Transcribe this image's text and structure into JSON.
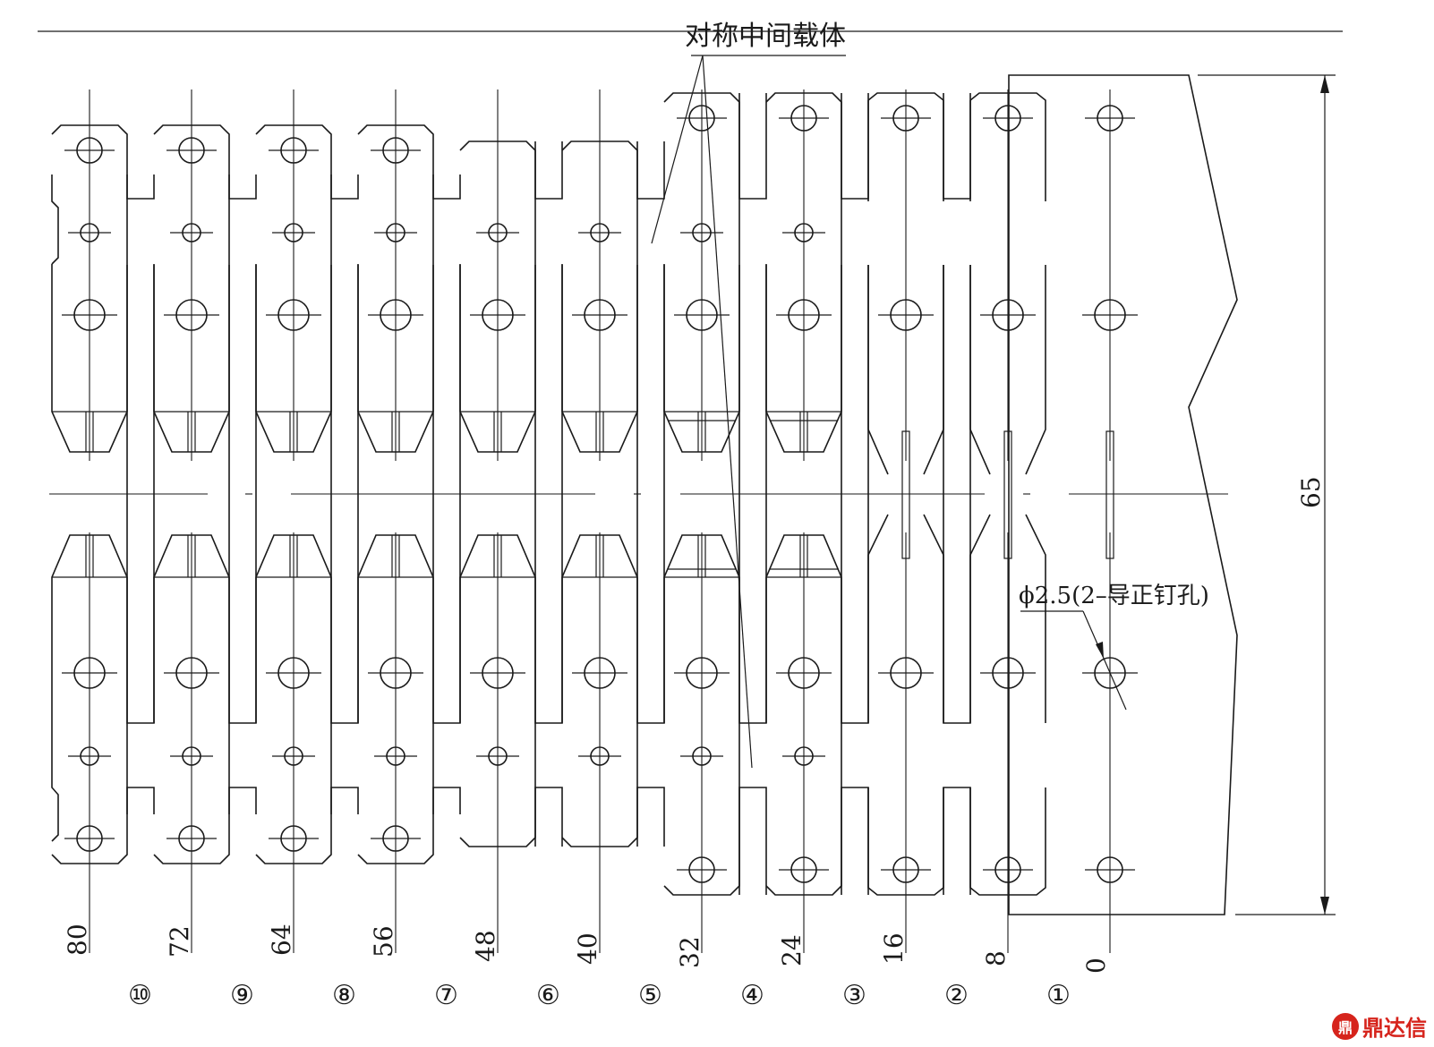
{
  "title_label": "对称中间载体",
  "pilot_hole_label": "ϕ2.5(2–导正钉孔)",
  "total_width_dim": "65",
  "positions": [
    "80",
    "72",
    "64",
    "56",
    "48",
    "40",
    "32",
    "24",
    "16",
    "8",
    "0"
  ],
  "stations": [
    "⑩",
    "⑨",
    "⑧",
    "⑦",
    "⑥",
    "⑤",
    "④",
    "③",
    "②",
    "①"
  ],
  "watermark": "鼎达信"
}
